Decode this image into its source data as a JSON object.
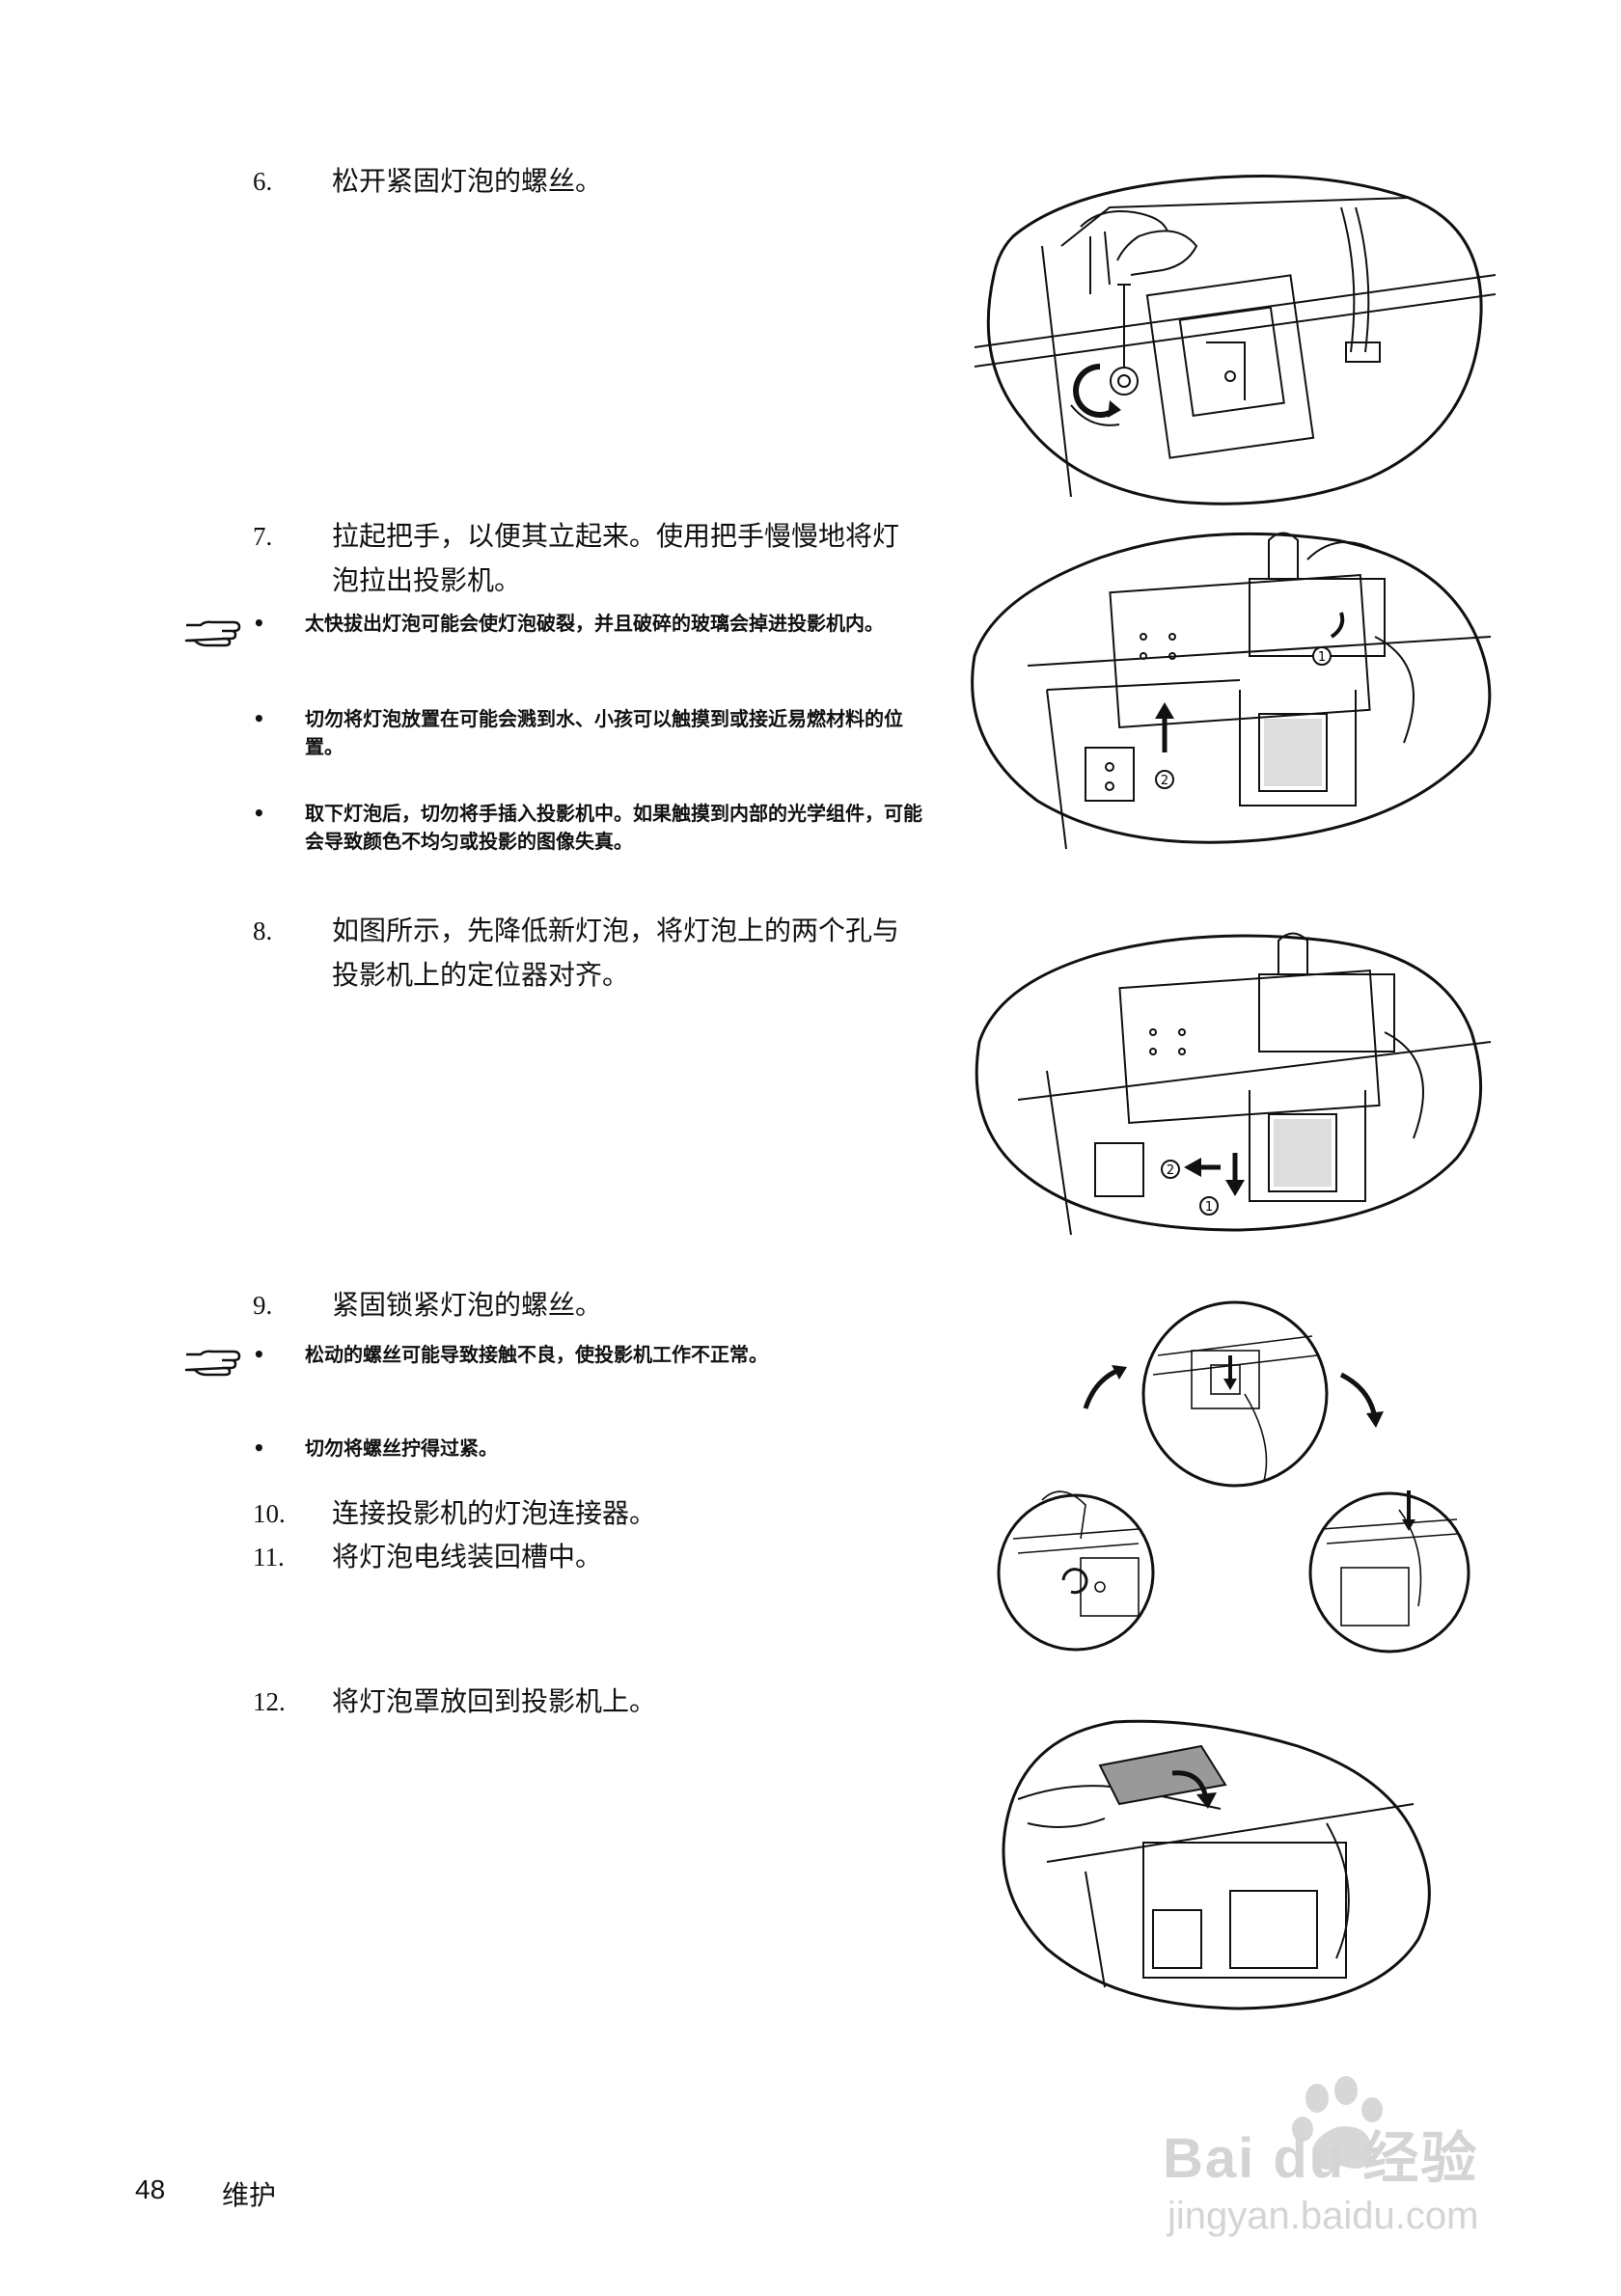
{
  "steps": [
    {
      "num": "6.",
      "text": "松开紧固灯泡的螺丝。"
    },
    {
      "num": "7.",
      "text": "拉起把手，以便其立起来。使用把手慢慢地将灯泡拉出投影机。"
    },
    {
      "num": "8.",
      "text": "如图所示，先降低新灯泡，将灯泡上的两个孔与投影机上的定位器对齐。"
    },
    {
      "num": "9.",
      "text": "紧固锁紧灯泡的螺丝。"
    },
    {
      "num": "10.",
      "text": "连接投影机的灯泡连接器。"
    },
    {
      "num": "11.",
      "text": "将灯泡电线装回槽中。"
    },
    {
      "num": "12.",
      "text": "将灯泡罩放回到投影机上。"
    }
  ],
  "notes_a": [
    "太快拔出灯泡可能会使灯泡破裂，并且破碎的玻璃会掉进投影机内。",
    "切勿将灯泡放置在可能会溅到水、小孩可以触摸到或接近易燃材料的位置。",
    "取下灯泡后，切勿将手插入投影机中。如果触摸到内部的光学组件，可能会导致颜色不均匀或投影的图像失真。"
  ],
  "notes_b": [
    "松动的螺丝可能导致接触不良，使投影机工作不正常。",
    "切勿将螺丝拧得过紧。"
  ],
  "bullet": "•",
  "figure_markers": {
    "one": "1",
    "two": "2"
  },
  "footer": {
    "page": "48",
    "section": "维护"
  },
  "watermark": {
    "brand": "Bai du 经验",
    "url": "jingyan.baidu.com"
  }
}
